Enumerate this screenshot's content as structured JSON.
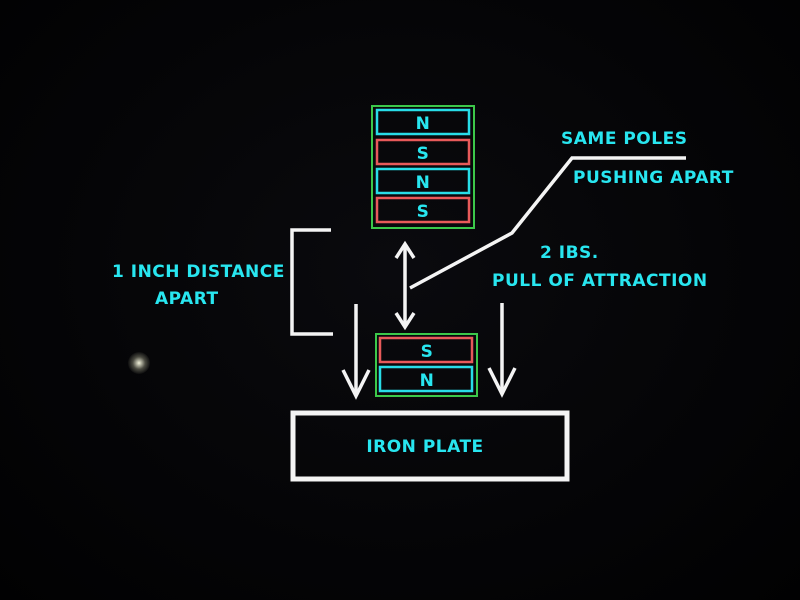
{
  "colors": {
    "text": "#28e6f0",
    "outline": "#f4f4f4",
    "north_magnet": "#28dde8",
    "south_magnet": "#e85a5a",
    "magnet_frame": "#3cc84a"
  },
  "labels": {
    "same_poles_line1": "SAME POLES",
    "same_poles_line2": "PUSHING APART",
    "distance_line1": "1 INCH DISTANCE",
    "distance_line2": "APART",
    "pull_line1": "2 IBS.",
    "pull_line2": "PULL OF ATTRACTION",
    "iron_plate": "IRON PLATE"
  },
  "top_magnet_stack": [
    "N",
    "S",
    "N",
    "S"
  ],
  "bottom_magnet_stack": [
    "S",
    "N"
  ]
}
